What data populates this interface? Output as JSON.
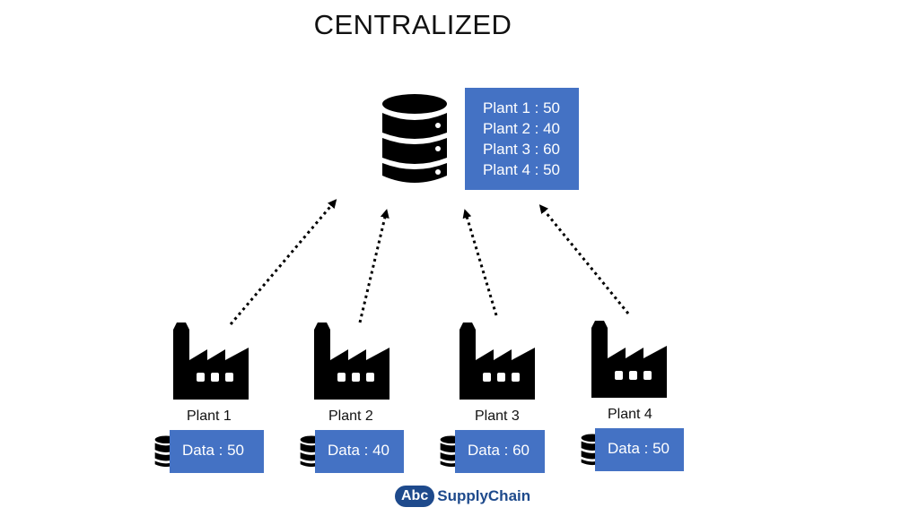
{
  "title": "CENTRALIZED",
  "central": {
    "icon": "database-icon",
    "summary": [
      "Plant 1 : 50",
      "Plant 2 : 40",
      "Plant 3 : 60",
      "Plant 4 : 50"
    ]
  },
  "plants": [
    {
      "label": "Plant 1",
      "data": "Data : 50",
      "icon": "factory-icon"
    },
    {
      "label": "Plant 2",
      "data": "Data : 40",
      "icon": "factory-icon"
    },
    {
      "label": "Plant 3",
      "data": "Data : 60",
      "icon": "factory-icon"
    },
    {
      "label": "Plant 4",
      "data": "Data : 50",
      "icon": "factory-icon"
    }
  ],
  "logo": {
    "badge": "Abc",
    "text": "SupplyChain"
  },
  "colors": {
    "box_fill": "#4472c4",
    "icon": "#000000",
    "logo": "#1e4a8c"
  }
}
